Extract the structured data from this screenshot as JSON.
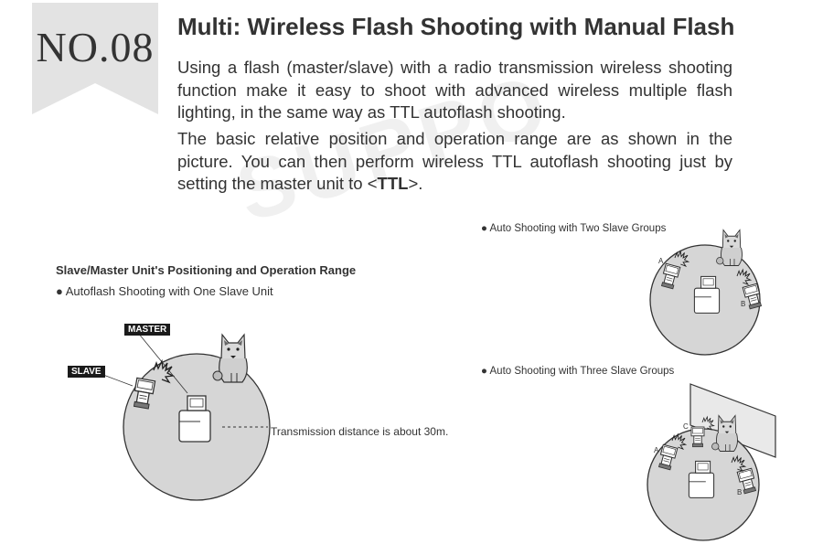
{
  "ribbon": {
    "label": "NO.08"
  },
  "header": {
    "title": "Multi: Wireless Flash Shooting with Manual Flash",
    "paragraph1": "Using a flash (master/slave) with a radio transmission wireless shooting function make it easy to shoot with advanced wireless multiple flash lighting, in the same way as TTL autoflash shooting.",
    "paragraph2_prefix": "The basic relative position and operation range are as shown in the picture. You can then perform wireless TTL autoflash shooting just by setting the master unit to <",
    "paragraph2_bold": "TTL",
    "paragraph2_suffix": ">."
  },
  "watermark": "SUPPO",
  "section": {
    "heading": "Slave/Master Unit's Positioning and Operation Range",
    "diagram1": {
      "bullet": "● Autoflash Shooting with One Slave Unit",
      "master_tag": "MASTER",
      "slave_tag": "SLAVE",
      "transmission_label": "Transmission distance is about 30m."
    },
    "diagram2": {
      "bullet": "● Auto Shooting with Two Slave Groups",
      "group_a": "A",
      "group_b": "B"
    },
    "diagram3": {
      "bullet": "● Auto Shooting with Three Slave Groups",
      "group_a": "A",
      "group_b": "B",
      "group_c": "C"
    }
  }
}
